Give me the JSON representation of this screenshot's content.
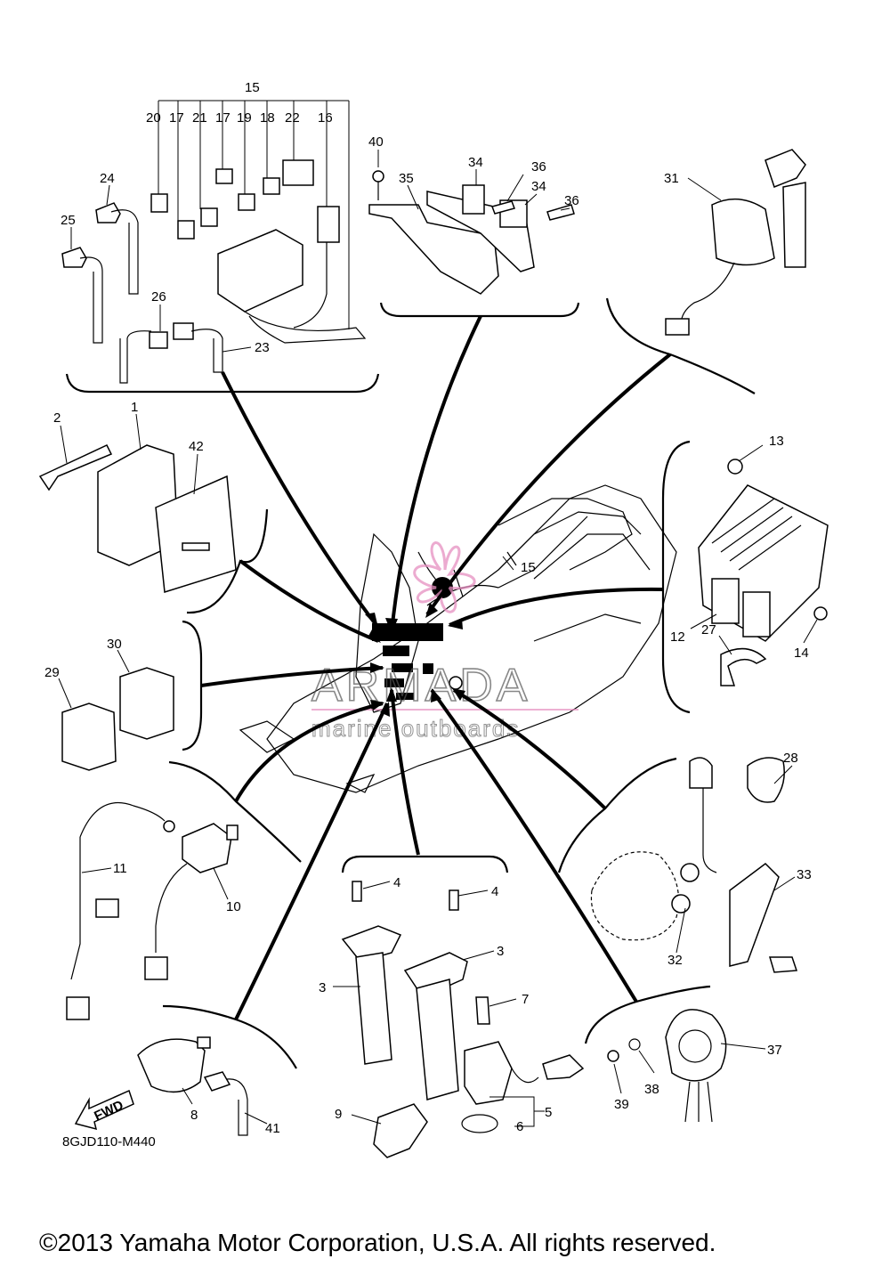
{
  "diagram": {
    "drawing_code": "8GJD110-M440",
    "copyright": "©2013 Yamaha Motor Corporation, U.S.A. All rights reserved.",
    "fwd_label": "FWD",
    "watermark": {
      "brand": "ARMADA",
      "tagline": "marine outboards"
    },
    "labels": {
      "p1": "1",
      "p2": "2",
      "p3a": "3",
      "p3b": "3",
      "p4a": "4",
      "p4b": "4",
      "p5": "5",
      "p6": "6",
      "p7": "7",
      "p8": "8",
      "p9": "9",
      "p10": "10",
      "p11": "11",
      "p12": "12",
      "p13": "13",
      "p14": "14",
      "p15a": "15",
      "p15b": "15",
      "p16": "16",
      "p17a": "17",
      "p17b": "17",
      "p18": "18",
      "p19": "19",
      "p20": "20",
      "p21": "21",
      "p22": "22",
      "p23": "23",
      "p24": "24",
      "p25": "25",
      "p26": "26",
      "p27": "27",
      "p28": "28",
      "p29": "29",
      "p30": "30",
      "p31": "31",
      "p32": "32",
      "p33": "33",
      "p34a": "34",
      "p34b": "34",
      "p35": "35",
      "p36a": "36",
      "p36b": "36",
      "p37": "37",
      "p38": "38",
      "p39": "39",
      "p40": "40",
      "p41": "41",
      "p42": "42"
    }
  }
}
